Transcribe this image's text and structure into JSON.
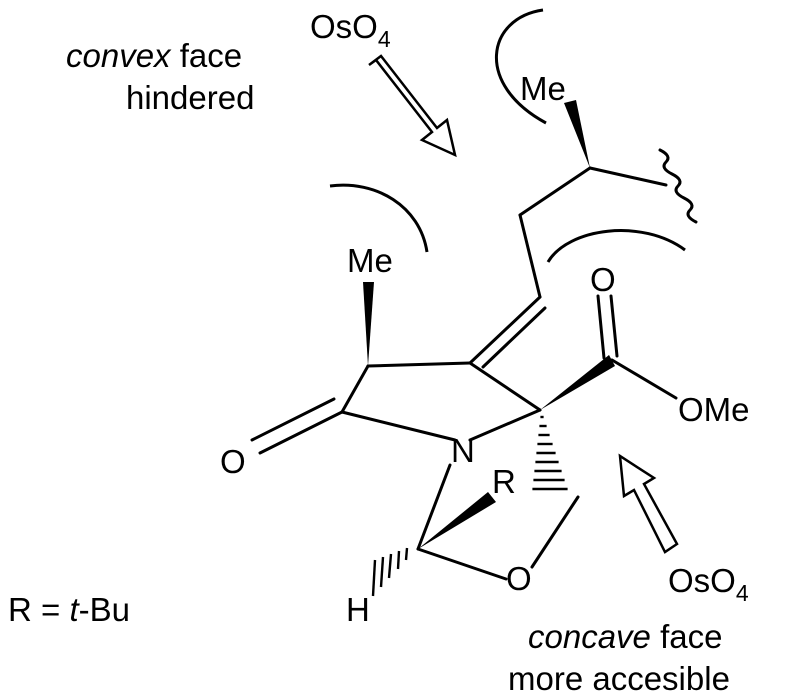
{
  "annotations": {
    "top_reagent_base": "OsO",
    "top_reagent_sub": "4",
    "convex_word": "convex",
    "convex_rest": " face",
    "hindered": "hindered",
    "bottom_reagent_base": "OsO",
    "bottom_reagent_sub": "4",
    "concave_word": "concave",
    "concave_rest": " face",
    "accessible": "more accesible",
    "r_def_prefix": "R = ",
    "r_def_italic": "t",
    "r_def_suffix": "-Bu"
  },
  "atoms": {
    "me_top": "Me",
    "me_ring": "Me",
    "carbonyl_o": "O",
    "ester_o": "O",
    "ome": "OMe",
    "n": "N",
    "r": "R",
    "ring_o": "O",
    "h": "H"
  }
}
